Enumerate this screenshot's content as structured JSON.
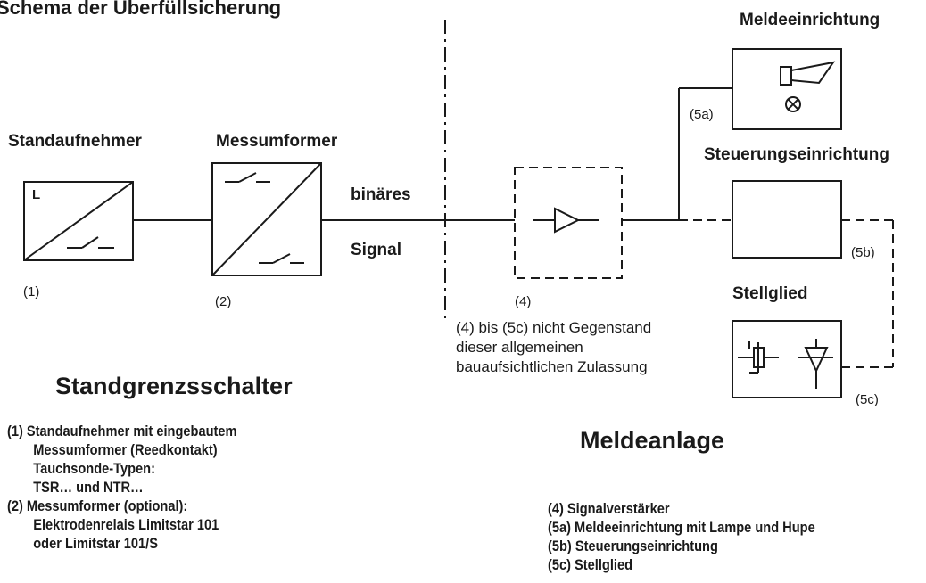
{
  "title": "Schema der Überfüllsicherung",
  "labels": {
    "standaufnehmer": "Standaufnehmer",
    "messumformer": "Messumformer",
    "binaeres": "binäres",
    "signal": "Signal",
    "meldeeinrichtung": "Meldeeinrichtung",
    "steuerungseinrichtung": "Steuerungseinrichtung",
    "stellglied": "Stellglied",
    "l_mark": "L"
  },
  "numbers": {
    "n1": "(1)",
    "n2": "(2)",
    "n4": "(4)",
    "n5a": "(5a)",
    "n5b": "(5b)",
    "n5c": "(5c)"
  },
  "note": {
    "line1": "(4) bis (5c) nicht Gegenstand",
    "line2": "dieser allgemeinen",
    "line3": "bauaufsichtlichen Zulassung"
  },
  "left_section": {
    "heading": "Standgrenzsschalter",
    "items": [
      "(1)  Standaufnehmer mit eingebautem",
      "Messumformer (Reedkontakt)",
      "Tauchsonde-Typen:",
      "TSR… und NTR…",
      "(2)  Messumformer (optional):",
      "Elektrodenrelais Limitstar 101",
      "oder Limitstar 101/S"
    ]
  },
  "right_section": {
    "heading": "Meldeanlage",
    "items": [
      "(4)   Signalverstärker",
      "(5a) Meldeeinrichtung mit Lampe und Hupe",
      "(5b) Steuerungseinrichtung",
      "(5c) Stellglied"
    ]
  },
  "colors": {
    "ink": "#1a1a1a",
    "background": "#ffffff"
  }
}
